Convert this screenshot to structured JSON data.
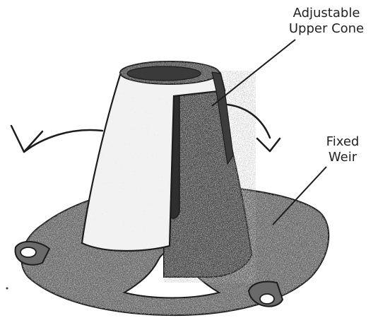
{
  "labels": {
    "cone_line1": "Adjustable",
    "cone_line2": "Upper Cone",
    "weir_line1": "Fixed",
    "weir_line2": "Weir"
  },
  "colors": {
    "ink": "#222222",
    "dark_metal": "#5a5a5a",
    "light_metal": "#f2f2f2",
    "background": "#ffffff"
  }
}
